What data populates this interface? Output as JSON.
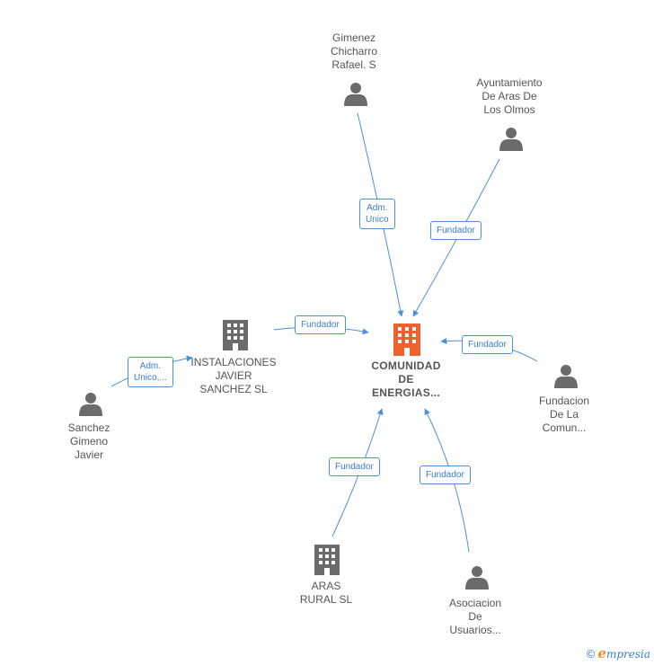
{
  "colors": {
    "person": "#6b6b6b",
    "company": "#6b6b6b",
    "center": "#f0622d",
    "edge": "#4a90d9"
  },
  "center": {
    "label": "COMUNIDAD\nDE\nENERGIAS..."
  },
  "nodes": [
    {
      "id": "gimenez",
      "type": "person",
      "label": "Gimenez\nChicharro\nRafael.  S"
    },
    {
      "id": "ayuntamiento",
      "type": "person",
      "label": "Ayuntamiento\nDe Aras De\nLos Olmos"
    },
    {
      "id": "instalaciones",
      "type": "company",
      "label": "INSTALACIONES\nJAVIER\nSANCHEZ  SL"
    },
    {
      "id": "sanchez",
      "type": "person",
      "label": "Sanchez\nGimeno\nJavier"
    },
    {
      "id": "fundacion",
      "type": "person",
      "label": "Fundacion\nDe La\nComun..."
    },
    {
      "id": "aras",
      "type": "company",
      "label": "ARAS\nRURAL  SL"
    },
    {
      "id": "asociacion",
      "type": "person",
      "label": "Asociacion\nDe\nUsuarios..."
    }
  ],
  "edges": [
    {
      "id": "gimenez-center",
      "label": "Adm.\nUnico"
    },
    {
      "id": "ayuntamiento-center",
      "label": "Fundador"
    },
    {
      "id": "instalaciones-center",
      "label": "Fundador"
    },
    {
      "id": "sanchez-instalaciones",
      "label": "Adm.\nUnico,..."
    },
    {
      "id": "fundacion-center",
      "label": "Fundador"
    },
    {
      "id": "aras-center",
      "label": "Fundador"
    },
    {
      "id": "asociacion-center",
      "label": "Fundador"
    }
  ],
  "footer": {
    "copyright": "©",
    "brand_initial": "e",
    "brand_rest": "mpresia"
  }
}
